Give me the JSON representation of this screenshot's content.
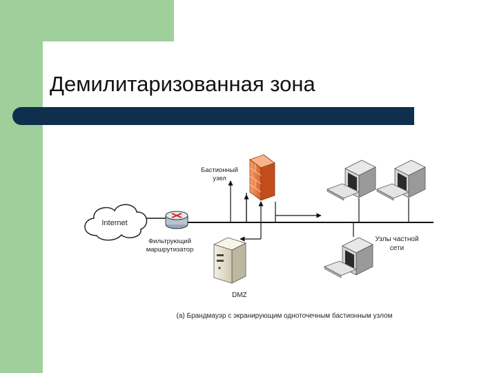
{
  "slide": {
    "title": "Демилитаризованная зона",
    "colors": {
      "accent_green": "#9fcf9a",
      "bar_navy": "#0f2f4e",
      "firewall": "#e8783c"
    }
  },
  "diagram": {
    "labels": {
      "bastion_line1": "Бастионный",
      "bastion_line2": "узел",
      "internet": "Internet",
      "router_line1": "Фильтрующий",
      "router_line2": "маршрутизатор",
      "private_line1": "Узлы частной",
      "private_line2": "сети",
      "dmz": "DMZ",
      "caption": "(а) Брандмауэр с экранирующим одноточечным бастионным узлом"
    },
    "icons": [
      "cloud-icon",
      "router-icon",
      "firewall-icon",
      "server-icon",
      "workstation-icon"
    ]
  }
}
